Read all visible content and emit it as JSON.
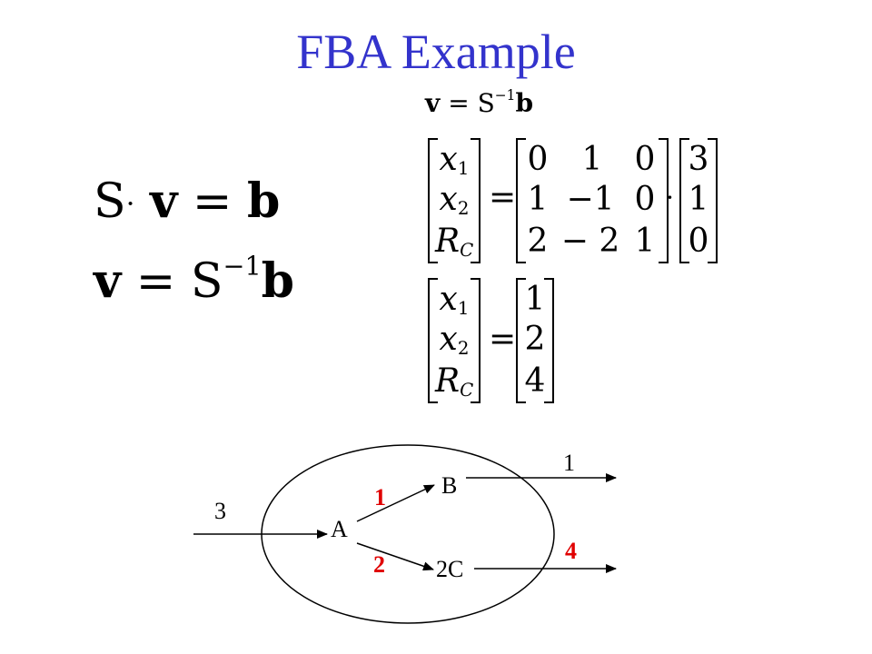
{
  "slide": {
    "title": "FBA Example"
  },
  "left_equations": {
    "eq1": {
      "lhs_a": "S",
      "dot": "·",
      "lhs_b": "v",
      "eq": "=",
      "rhs": "b"
    },
    "eq2": {
      "lhs": "v",
      "eq": "=",
      "rhs_a": "S",
      "sup": "−1",
      "rhs_b": "b"
    }
  },
  "small_equation": {
    "lhs": "v",
    "eq": "=",
    "rhs_a": "S",
    "sup": "−1",
    "rhs_b": "b"
  },
  "matrix_equation_1": {
    "unknowns": [
      {
        "var": "x",
        "sub": "1"
      },
      {
        "var": "x",
        "sub": "2"
      },
      {
        "var": "R",
        "sub": "C"
      }
    ],
    "equals": "=",
    "S_inverse": [
      [
        "0",
        "1",
        "0"
      ],
      [
        "1",
        "−1",
        "0"
      ],
      [
        "2",
        "− 2",
        "1"
      ]
    ],
    "dot": "·",
    "b": [
      "3",
      "1",
      "0"
    ]
  },
  "matrix_equation_2": {
    "unknowns": [
      {
        "var": "x",
        "sub": "1"
      },
      {
        "var": "x",
        "sub": "2"
      },
      {
        "var": "R",
        "sub": "C"
      }
    ],
    "equals": "=",
    "result": [
      "1",
      "2",
      "4"
    ]
  },
  "network": {
    "nodes": {
      "a": "A",
      "b": "B",
      "c": "2C"
    },
    "flux_in": "3",
    "flux_a_b": "1",
    "flux_a_c": "2",
    "flux_out_b": "1",
    "flux_out_c": "4",
    "colors": {
      "ellipse": "#000000",
      "highlight": "#e00000"
    }
  }
}
